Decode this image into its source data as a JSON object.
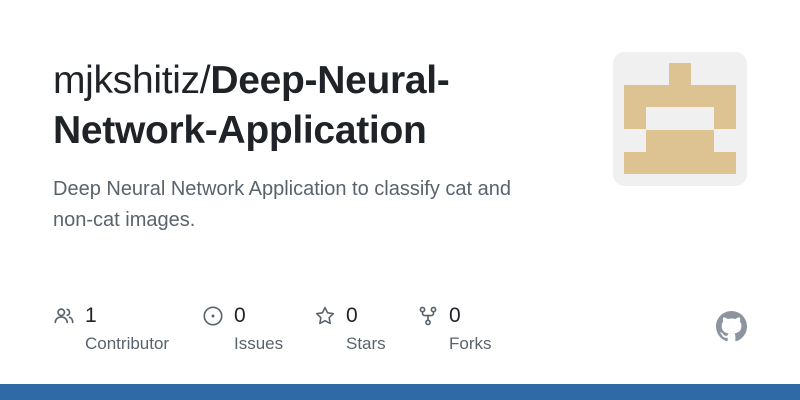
{
  "repo": {
    "owner": "mjkshitiz/",
    "name_line1": "Deep-Neural-",
    "name_line2": "Network-Application",
    "description_line1": "Deep Neural Network Application to classify cat and",
    "description_line2": "non-cat images."
  },
  "stats": [
    {
      "icon": "people-icon",
      "value": "1",
      "label": "Contributor"
    },
    {
      "icon": "issue-circle-icon",
      "value": "0",
      "label": "Issues"
    },
    {
      "icon": "star-icon",
      "value": "0",
      "label": "Stars"
    },
    {
      "icon": "fork-icon",
      "value": "0",
      "label": "Forks"
    }
  ],
  "colors": {
    "title": "#1f2328",
    "muted": "#59636e",
    "avatar_bg": "#f0f0f0",
    "avatar_pattern": "#dec392",
    "bottom_bar": "#2f6aa6",
    "github_logo": "#8c959f"
  }
}
